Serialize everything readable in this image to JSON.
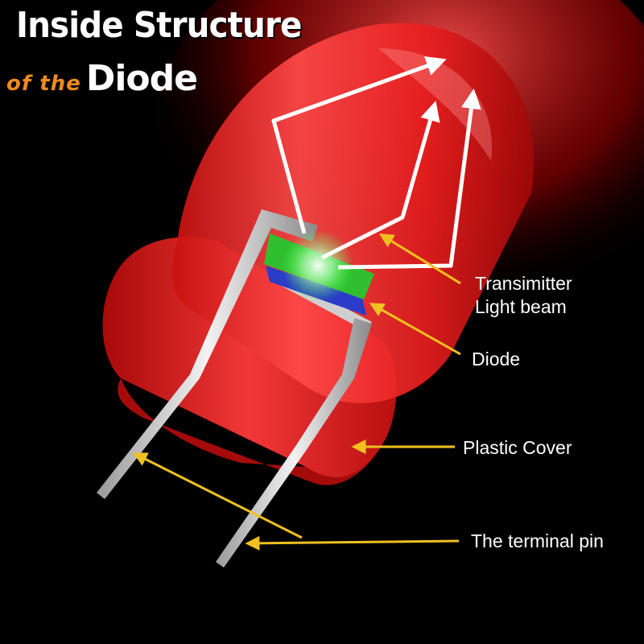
{
  "title": {
    "line1": "Inside Structure",
    "prefix": "of the",
    "main": "Diode"
  },
  "labels": {
    "transmitter_line1": "Transimitter",
    "transmitter_line2": "Light beam",
    "diode": "Diode",
    "plastic_cover": "Plastic Cover",
    "terminal_pin": "The terminal pin"
  },
  "colors": {
    "background": "#000000",
    "led_body": "#e01515",
    "chip": "#2fbf2f",
    "substrate": "#2a3cc8",
    "pointer_arrow": "#f0c020",
    "title_accent": "#f08a1c"
  }
}
